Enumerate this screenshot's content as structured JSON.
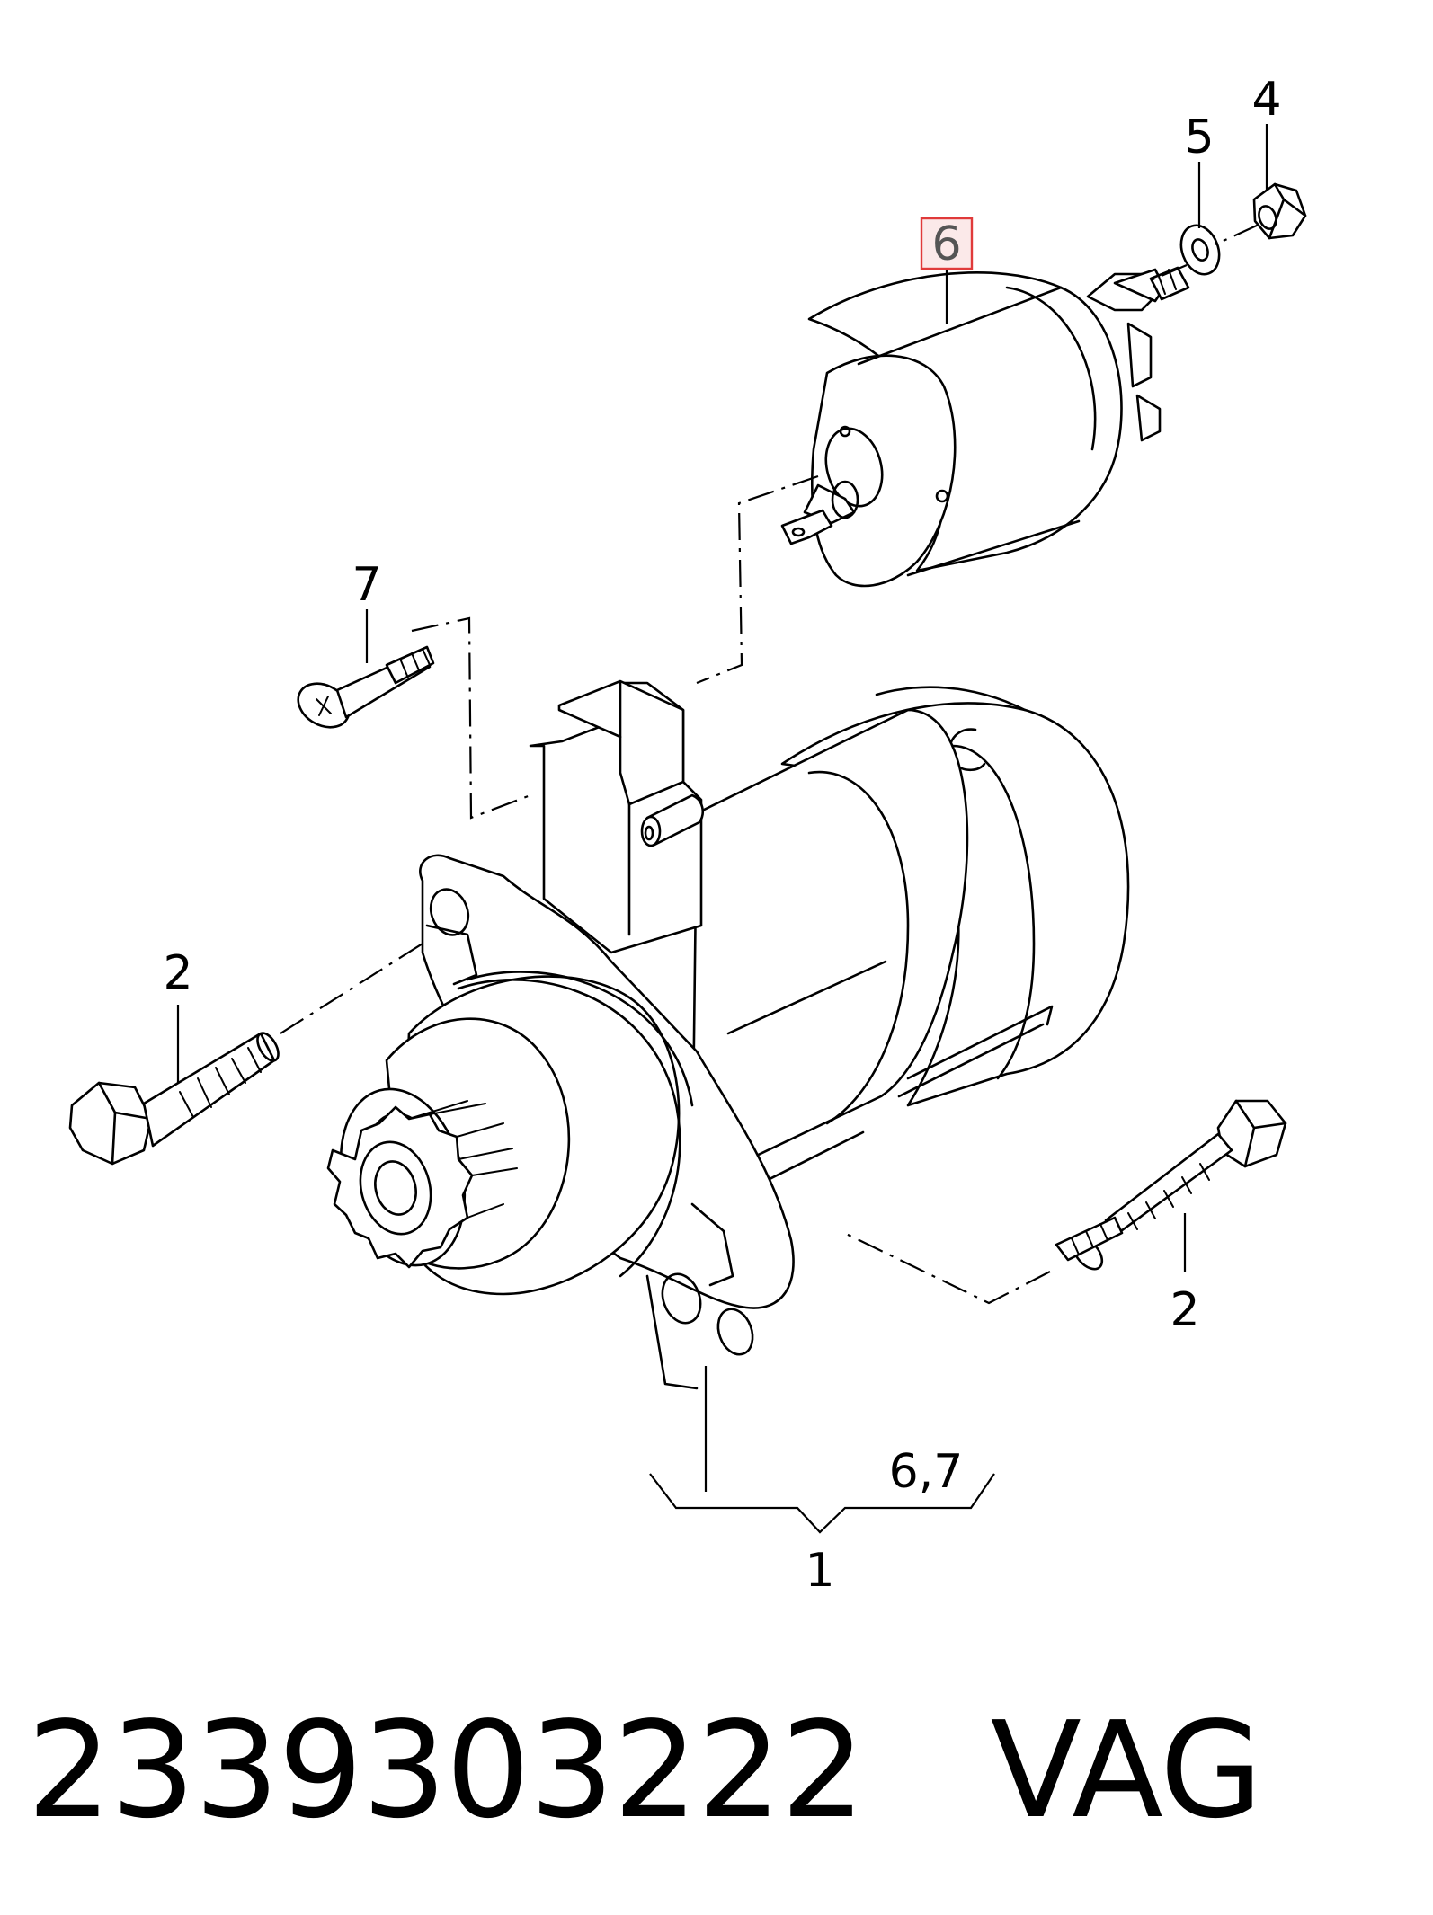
{
  "diagram": {
    "callouts": {
      "c1": "1",
      "c2a": "2",
      "c2b": "2",
      "c4": "4",
      "c5": "5",
      "c6": "6",
      "c67": "6,7",
      "c7": "7"
    },
    "highlighted_callout": "6",
    "highlight_color": "#e03a3a"
  },
  "footer": {
    "part_number": "2339303222",
    "brand": "VAG"
  }
}
